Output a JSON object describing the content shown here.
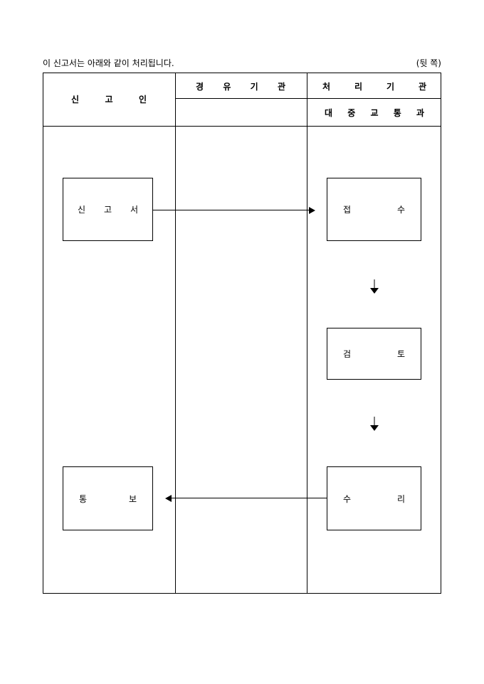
{
  "header": {
    "note": "이 신고서는 아래와 같이 처리됩니다.",
    "side": "(뒷 쪽)"
  },
  "columns": {
    "declarant": [
      "신",
      "고",
      "인"
    ],
    "via_agency": [
      "경",
      "유",
      "기",
      "관"
    ],
    "processing_agency": [
      "처",
      "리",
      "기",
      "관"
    ],
    "department": [
      "대",
      "중",
      "교",
      "통",
      "과"
    ]
  },
  "boxes": {
    "declaration": [
      "신",
      "고",
      "서"
    ],
    "receipt": [
      "접",
      "수"
    ],
    "review": [
      "검",
      "토"
    ],
    "acceptance": [
      "수",
      "리"
    ],
    "notification": [
      "통",
      "보"
    ]
  }
}
